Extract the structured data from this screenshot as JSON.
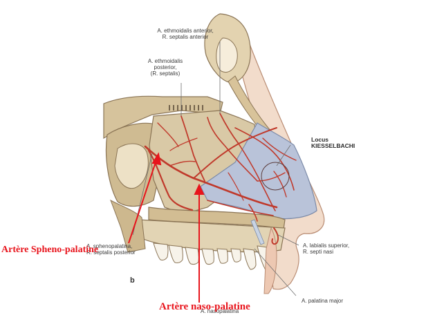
{
  "figure": {
    "panel_letter": "b",
    "labels": {
      "ethmoidalis_anterior_l1": "A. ethmoidalis anterior,",
      "ethmoidalis_anterior_l2": "R. septalis anterior",
      "ethmoidalis_posterior_l1": "A. ethmoidalis",
      "ethmoidalis_posterior_l2": "posterior,",
      "ethmoidalis_posterior_l3": "(R. septalis)",
      "locus_l1": "Locus",
      "locus_l2": "KIESSELBACHI",
      "labialis_l1": "A. labialis superior,",
      "labialis_l2": "R. septi nasi",
      "palatina_major": "A. palatina major",
      "sphenopalatina_l1": "A. sphenopalatina,",
      "sphenopalatina_l2": "R. septalis posterior",
      "nasopalatina": "A. nasopalatina"
    },
    "annotations": {
      "spheno": "Artère Spheno-palatine",
      "naso": "Artère naso-palatine"
    },
    "colors": {
      "annotation_red": "#e8141c",
      "bone": "#d9c9a6",
      "septum_cartilage": "#b9c3d9",
      "artery": "#c0392b",
      "skin": "#f2dccb"
    }
  }
}
